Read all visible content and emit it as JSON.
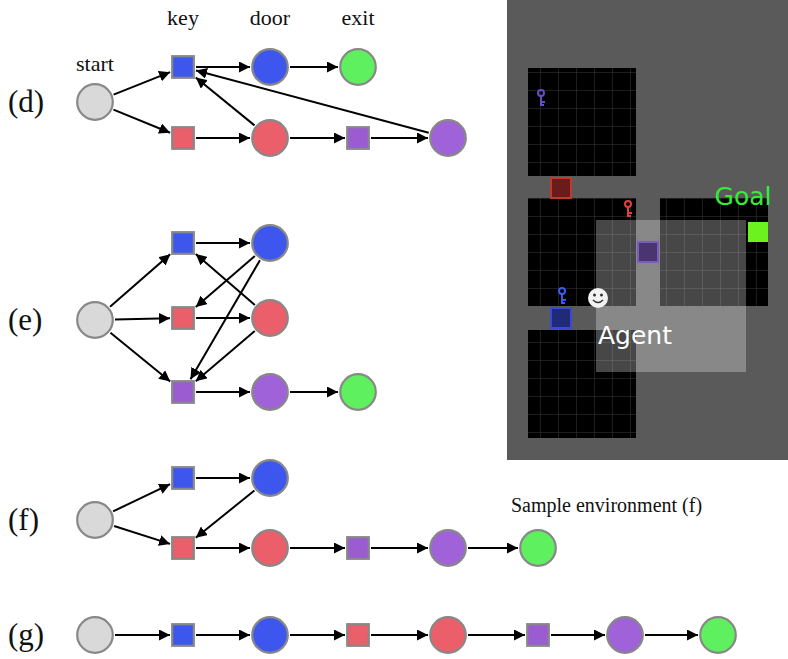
{
  "diagram": {
    "nodes": [
      {
        "text": [
          "start"
        ]
      },
      {
        "text": [
          "key"
        ]
      },
      {
        "text": [
          "door"
        ]
      },
      {
        "text": [
          "exit"
        ]
      },
      {
        "text": []
      },
      {
        "text": []
      },
      {
        "text": []
      },
      {
        "text": []
      },
      {
        "text": []
      },
      {
        "text": []
      },
      {
        "text": []
      },
      {
        "text": []
      },
      {
        "text": []
      },
      {
        "text": []
      },
      {
        "text": []
      },
      {
        "text": []
      },
      {
        "text": []
      },
      {
        "text": []
      },
      {
        "text": []
      },
      {
        "text": []
      },
      {
        "text": []
      },
      {
        "text": []
      },
      {
        "text": []
      },
      {
        "text": []
      },
      {
        "text": []
      },
      {
        "text": []
      },
      {
        "text": []
      },
      {
        "text": []
      },
      {
        "text": []
      },
      {
        "text": []
      },
      {
        "text": []
      },
      {
        "text": []
      }
    ],
    "edges": [
      {
        "from": 0,
        "to": 1,
        "arrow": "to"
      },
      {
        "from": 0,
        "to": 4,
        "arrow": "to"
      },
      {
        "from": 1,
        "to": 2,
        "arrow": "to"
      },
      {
        "from": 2,
        "to": 3,
        "arrow": "to"
      },
      {
        "from": 4,
        "to": 5,
        "arrow": "to"
      },
      {
        "from": 5,
        "to": 6,
        "arrow": "to"
      },
      {
        "from": 6,
        "to": 7,
        "arrow": "to"
      },
      {
        "from": 5,
        "to": 1,
        "arrow": "to"
      },
      {
        "from": 7,
        "to": 1,
        "arrow": "to"
      },
      {
        "from": 8,
        "to": 9,
        "arrow": "to"
      },
      {
        "from": 8,
        "to": 11,
        "arrow": "to"
      },
      {
        "from": 8,
        "to": 13,
        "arrow": "to"
      },
      {
        "from": 9,
        "to": 10,
        "arrow": "to"
      },
      {
        "from": 11,
        "to": 12,
        "arrow": "to"
      },
      {
        "from": 10,
        "to": 11,
        "arrow": "to"
      },
      {
        "from": 10,
        "to": 13,
        "arrow": "to"
      },
      {
        "from": 12,
        "to": 9,
        "arrow": "to"
      },
      {
        "from": 12,
        "to": 13,
        "arrow": "to"
      },
      {
        "from": 13,
        "to": 14,
        "arrow": "to"
      },
      {
        "from": 14,
        "to": 15,
        "arrow": "to"
      },
      {
        "from": 16,
        "to": 17,
        "arrow": "to"
      },
      {
        "from": 16,
        "to": 19,
        "arrow": "to"
      },
      {
        "from": 17,
        "to": 18,
        "arrow": "to"
      },
      {
        "from": 18,
        "to": 19,
        "arrow": "to"
      },
      {
        "from": 19,
        "to": 20,
        "arrow": "to"
      },
      {
        "from": 20,
        "to": 21,
        "arrow": "to"
      },
      {
        "from": 21,
        "to": 22,
        "arrow": "to"
      },
      {
        "from": 22,
        "to": 23,
        "arrow": "to"
      },
      {
        "from": 24,
        "to": 25,
        "arrow": "to"
      },
      {
        "from": 25,
        "to": 26,
        "arrow": "to"
      },
      {
        "from": 26,
        "to": 27,
        "arrow": "to"
      },
      {
        "from": 27,
        "to": 28,
        "arrow": "to"
      },
      {
        "from": 28,
        "to": 29,
        "arrow": "to"
      },
      {
        "from": 29,
        "to": 30,
        "arrow": "to"
      },
      {
        "from": 30,
        "to": 31,
        "arrow": "to"
      }
    ],
    "labels": [
      "(d)",
      "(e)",
      "(f)",
      "(g)",
      "Sample environment (f)",
      "Goal",
      "Agent"
    ]
  }
}
